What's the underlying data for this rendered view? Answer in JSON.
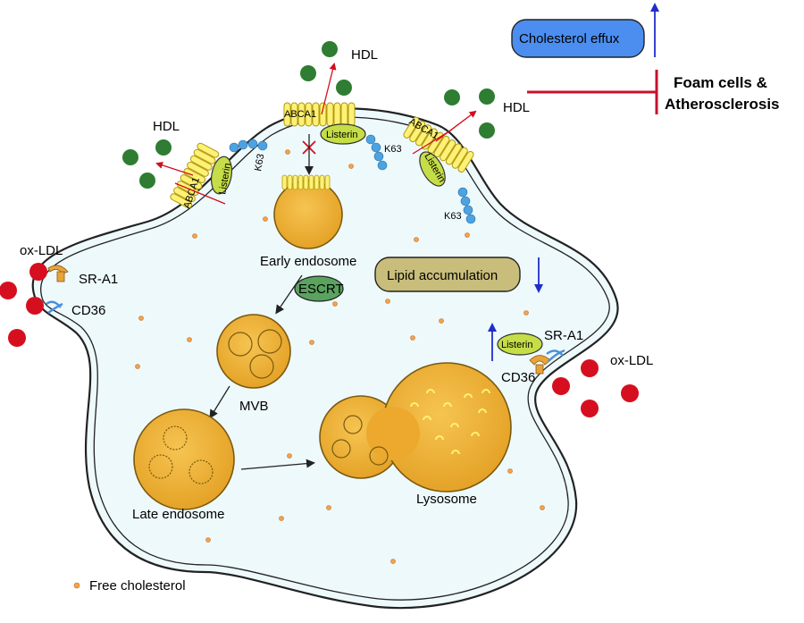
{
  "labels": {
    "hdl": "HDL",
    "abca1": "ABCA1",
    "listerin": "Listerin",
    "k63": "K63",
    "early_endosome": "Early endosome",
    "escrt": "ESCRT",
    "mvb": "MVB",
    "late_endosome": "Late endosome",
    "lysosome": "Lysosome",
    "ox_ldl": "ox-LDL",
    "sr_a1": "SR-A1",
    "cd36": "CD36",
    "lipid_accumulation": "Lipid accumulation",
    "cholesterol_efflux": "Cholesterol effux",
    "foam_cells_line1": "Foam cells &",
    "foam_cells_line2": "Atherosclerosis",
    "free_cholesterol": "Free cholesterol"
  },
  "colors": {
    "cytoplasm": "#eef9fc",
    "membrane": "#222222",
    "hdl": "#2e7d32",
    "ox_ldl": "#d50f1f",
    "abca1": "#fff176",
    "listerin": "#c5dd46",
    "ubiquitin": "#4da3e0",
    "vesicle": "#f0b434",
    "vesicle_stroke": "#7a5a10",
    "escrt": "#5aa35f",
    "lipid_box": "#c8bd7a",
    "efflux_box": "#4b8ef0",
    "arrow_red": "#d10e1e",
    "arrow_blue": "#1f2ec9",
    "cholesterol_dot": "#f5a34a",
    "receptor_sr": "#e8a33a",
    "receptor_cd36": "#4a90d9"
  }
}
